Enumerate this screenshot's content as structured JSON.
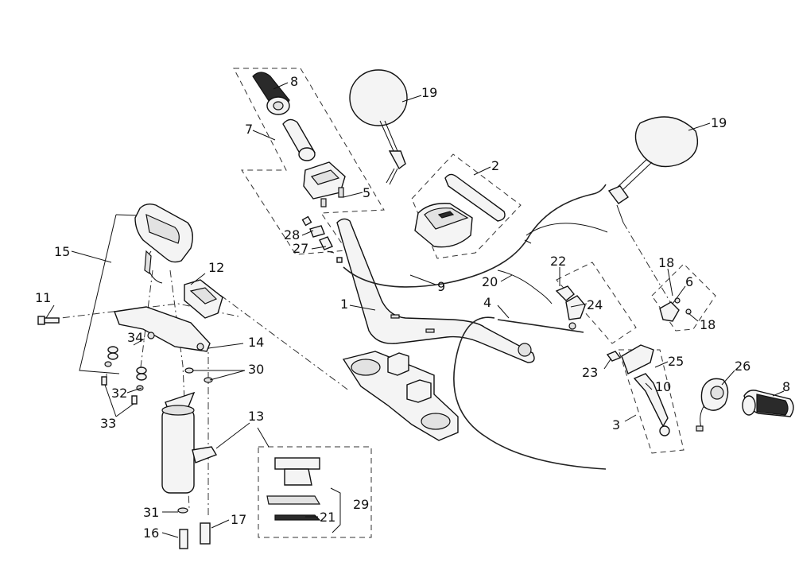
{
  "diagram": {
    "callouts": [
      {
        "id": "c1",
        "text": "1"
      },
      {
        "id": "c2",
        "text": "2"
      },
      {
        "id": "c3",
        "text": "3"
      },
      {
        "id": "c4",
        "text": "4"
      },
      {
        "id": "c5",
        "text": "5"
      },
      {
        "id": "c6",
        "text": "6"
      },
      {
        "id": "c7",
        "text": "7"
      },
      {
        "id": "c8a",
        "text": "8"
      },
      {
        "id": "c8b",
        "text": "8"
      },
      {
        "id": "c9",
        "text": "9"
      },
      {
        "id": "c10",
        "text": "10"
      },
      {
        "id": "c11",
        "text": "11"
      },
      {
        "id": "c12",
        "text": "12"
      },
      {
        "id": "c13",
        "text": "13"
      },
      {
        "id": "c14",
        "text": "14"
      },
      {
        "id": "c15",
        "text": "15"
      },
      {
        "id": "c16",
        "text": "16"
      },
      {
        "id": "c17",
        "text": "17"
      },
      {
        "id": "c18a",
        "text": "18"
      },
      {
        "id": "c18b",
        "text": "18"
      },
      {
        "id": "c19a",
        "text": "19"
      },
      {
        "id": "c19b",
        "text": "19"
      },
      {
        "id": "c20",
        "text": "20"
      },
      {
        "id": "c21",
        "text": "21"
      },
      {
        "id": "c22",
        "text": "22"
      },
      {
        "id": "c23",
        "text": "23"
      },
      {
        "id": "c24",
        "text": "24"
      },
      {
        "id": "c25",
        "text": "25"
      },
      {
        "id": "c26",
        "text": "26"
      },
      {
        "id": "c27",
        "text": "27"
      },
      {
        "id": "c28",
        "text": "28"
      },
      {
        "id": "c29",
        "text": "29"
      },
      {
        "id": "c30",
        "text": "30"
      },
      {
        "id": "c31",
        "text": "31"
      },
      {
        "id": "c32",
        "text": "32"
      },
      {
        "id": "c33",
        "text": "33"
      },
      {
        "id": "c34",
        "text": "34"
      }
    ]
  }
}
